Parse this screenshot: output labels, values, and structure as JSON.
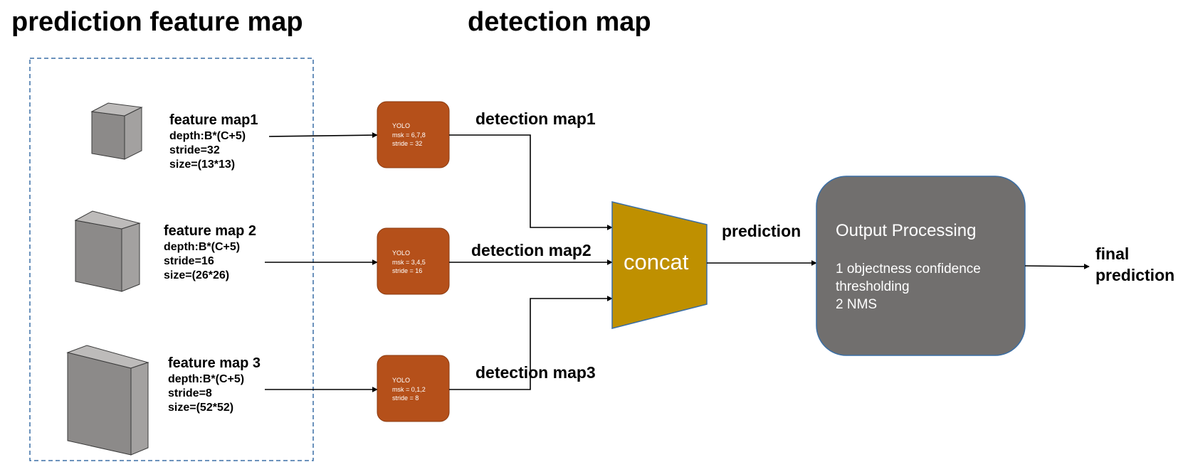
{
  "titles": {
    "left": "prediction feature map",
    "center": "detection map"
  },
  "feature_maps": [
    {
      "name": "feature map1",
      "depth": "depth:B*(C+5)",
      "stride": "stride=32",
      "size": "size=(13*13)"
    },
    {
      "name": "feature map 2",
      "depth": "depth:B*(C+5)",
      "stride": "stride=16",
      "size": "size=(26*26)"
    },
    {
      "name": "feature map 3",
      "depth": "depth:B*(C+5)",
      "stride": "stride=8",
      "size": "size=(52*52)"
    }
  ],
  "yolo_blocks": [
    {
      "title": "YOLO",
      "msk": "msk = 6,7,8",
      "stride": "stride = 32"
    },
    {
      "title": "YOLO",
      "msk": "msk = 3,4,5",
      "stride": "stride = 16"
    },
    {
      "title": "YOLO",
      "msk": "msk = 0,1,2",
      "stride": "stride = 8"
    }
  ],
  "detection_labels": [
    "detection map1",
    "detection map2",
    "detection map3"
  ],
  "concat": {
    "label": "concat"
  },
  "prediction_label": "prediction",
  "output": {
    "title": "Output Processing",
    "lines": [
      "1 objectness confidence",
      "thresholding",
      "2 NMS"
    ]
  },
  "final": {
    "line1": "final",
    "line2": "prediction"
  },
  "colors": {
    "yolo": "#B5501A",
    "concat": "#BF9000",
    "output": "#716F6E",
    "border_blue": "#3A6EA5",
    "cube_front": "#8C8A89",
    "cube_top": "#BDBBBA",
    "cube_side": "#A3A1A0"
  }
}
